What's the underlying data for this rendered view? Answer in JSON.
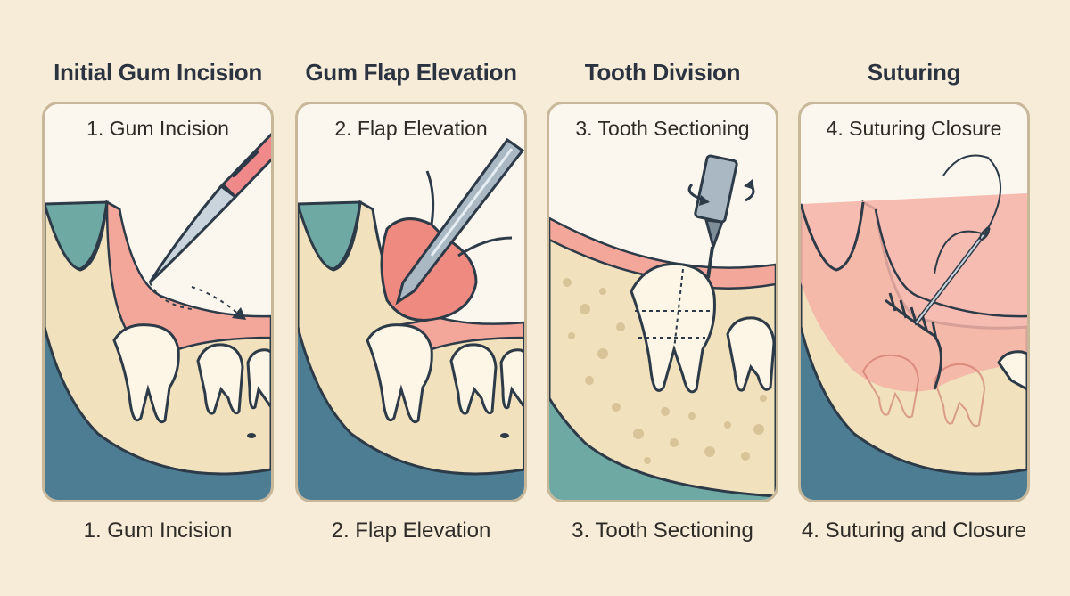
{
  "steps": [
    {
      "title": "Initial Gum Incision",
      "panel_label": "1. Gum Incision",
      "caption": "1. Gum Incision"
    },
    {
      "title": "Gum Flap Elevation",
      "panel_label": "2. Flap Elevation",
      "caption": "2. Flap Elevation"
    },
    {
      "title": "Tooth Division",
      "panel_label": "3. Tooth Sectioning",
      "caption": "3. Tooth Sectioning"
    },
    {
      "title": "Suturing",
      "panel_label": "4. Suturing Closure",
      "caption": "4. Suturing and Closure"
    }
  ],
  "colors": {
    "background": "#f6ecd8",
    "panel_border": "#c9b79a",
    "bone": "#f1e1bd",
    "gum": "#f3a79a",
    "tooth": "#fdf6e6",
    "soft_tissue": "#4d7d92",
    "cavity": "#6fa9a4",
    "outline": "#2d3a48",
    "scalpel_handle": "#f08a8a",
    "steel": "#a9b8c2"
  },
  "icons": [
    "scalpel-icon",
    "elevator-instrument-icon",
    "dental-drill-icon",
    "suture-needle-icon",
    "rotation-arrow-icon"
  ]
}
